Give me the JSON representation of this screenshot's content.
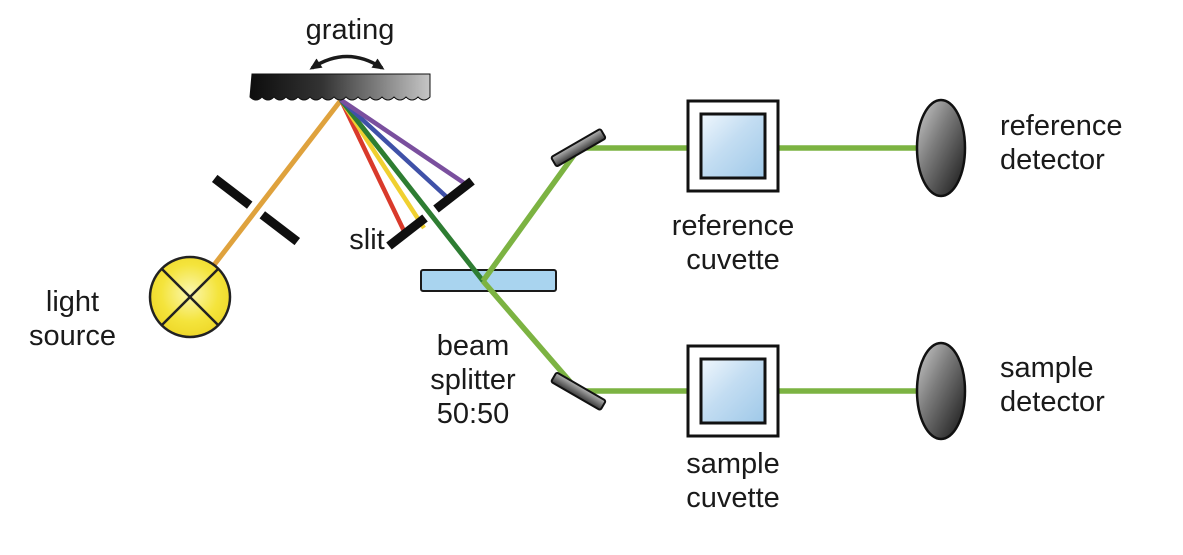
{
  "diagram": {
    "labels": {
      "grating": "grating",
      "slit": "slit",
      "light_source": "light\nsource",
      "beam_splitter": "beam\nsplitter\n50:50",
      "reference_cuvette": "reference\ncuvette",
      "sample_cuvette": "sample\ncuvette",
      "reference_detector": "reference\ndetector",
      "sample_detector": "sample\ndetector"
    },
    "colors": {
      "source_beam": "#dfa23d",
      "red_beam": "#d93a2b",
      "yellow_beam": "#f0d030",
      "green_beam": "#2e7d32",
      "blue_beam": "#3f51a8",
      "violet_beam": "#7a4f9e",
      "split_beam": "#7cb342",
      "beam_splitter_fill": "#a9d4ef",
      "lamp_yellow": "#f4e43c",
      "text": "#1a1a1a",
      "background": "#ffffff"
    }
  }
}
